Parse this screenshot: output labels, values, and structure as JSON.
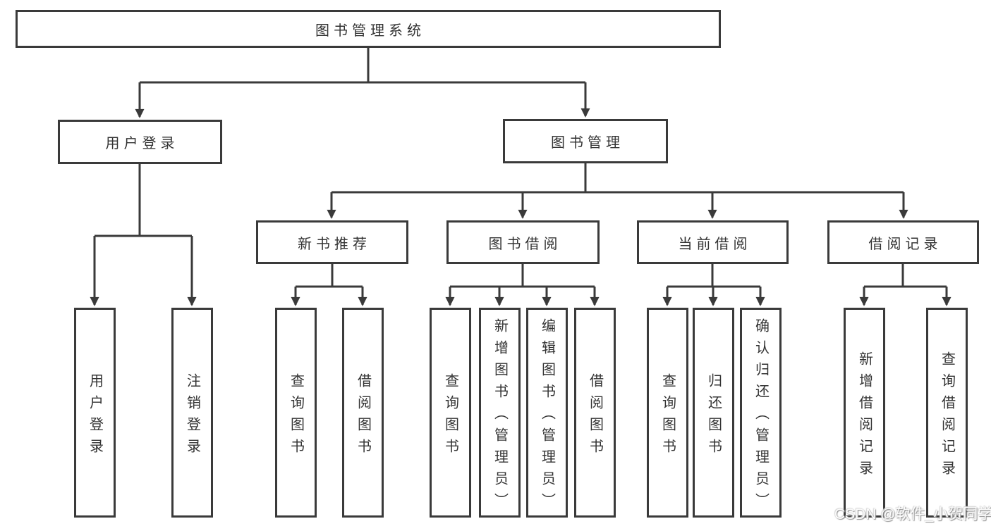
{
  "tree": {
    "root": {
      "label": "图书管理系统"
    },
    "branches": [
      {
        "label": "用户登录",
        "leaves": [
          {
            "label": "用户登录"
          },
          {
            "label": "注销登录"
          }
        ]
      },
      {
        "label": "图书管理",
        "children": [
          {
            "label": "新书推荐",
            "leaves": [
              {
                "label": "查询图书"
              },
              {
                "label": "借阅图书"
              }
            ]
          },
          {
            "label": "图书借阅",
            "leaves": [
              {
                "label": "查询图书"
              },
              {
                "label": "新增图书（管理员）"
              },
              {
                "label": "编辑图书（管理员）"
              },
              {
                "label": "借阅图书"
              }
            ]
          },
          {
            "label": "当前借阅",
            "leaves": [
              {
                "label": "查询图书"
              },
              {
                "label": "归还图书"
              },
              {
                "label": "确认归还（管理员）"
              }
            ]
          },
          {
            "label": "借阅记录",
            "leaves": [
              {
                "label": "新增借阅记录"
              },
              {
                "label": "查询借阅记录"
              }
            ]
          }
        ]
      }
    ]
  },
  "watermark": {
    "text": "CSDN @软件_小贺同学"
  },
  "colors": {
    "line": "#3a3a3a",
    "background": "#ffffff",
    "text": "#333333"
  }
}
